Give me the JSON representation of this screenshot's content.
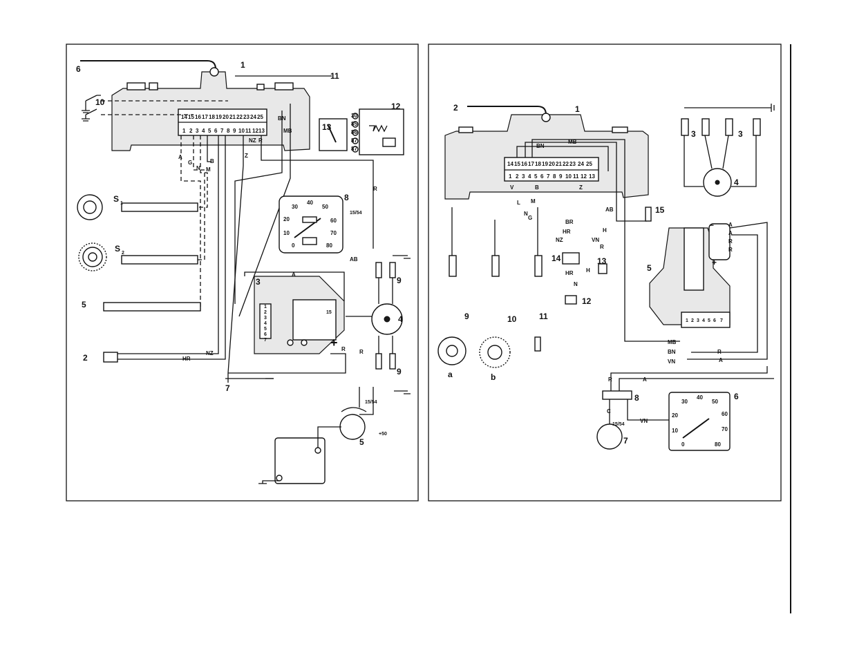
{
  "left": {
    "callouts": [
      "1",
      "2",
      "3",
      "4",
      "5",
      "5",
      "6",
      "7",
      "8",
      "9",
      "9",
      "10",
      "11",
      "12",
      "13"
    ],
    "sensor_labels": [
      "S",
      "1",
      "S",
      "2"
    ],
    "pins_top": [
      "14",
      "15",
      "16",
      "17",
      "18",
      "19",
      "20",
      "21",
      "22",
      "23",
      "24",
      "25"
    ],
    "pins_bottom": [
      "1",
      "2",
      "3",
      "4",
      "5",
      "6",
      "7",
      "8",
      "9",
      "10",
      "11",
      "12",
      "13"
    ],
    "wires": [
      "A",
      "G",
      "N",
      "M",
      "B",
      "Z",
      "NZ",
      "R",
      "BN",
      "MB",
      "AB",
      "A",
      "R",
      "R",
      "NZ",
      "HR",
      "R"
    ],
    "relay_pins": [
      "30",
      "85",
      "86",
      "87",
      "87"
    ],
    "module_pins": [
      "1",
      "2",
      "3",
      "4",
      "5",
      "6",
      "7",
      "15"
    ],
    "module_plus": "+",
    "gauge": {
      "ticks": [
        "0",
        "10",
        "20",
        "30",
        "40",
        "50",
        "60",
        "70",
        "80"
      ],
      "tag": "15/54"
    },
    "switch": {
      "tag": "15/54",
      "plus50": "+50"
    }
  },
  "right": {
    "callouts": [
      "1",
      "2",
      "3",
      "3",
      "4",
      "5",
      "6",
      "7",
      "8",
      "9",
      "10",
      "11",
      "12",
      "13",
      "14",
      "15"
    ],
    "sensor_letters": [
      "a",
      "b"
    ],
    "pins_top": [
      "14",
      "15",
      "16",
      "17",
      "18",
      "19",
      "20",
      "21",
      "22",
      "23",
      "24",
      "25"
    ],
    "pins_bottom": [
      "1",
      "2",
      "3",
      "4",
      "5",
      "6",
      "7",
      "8",
      "9",
      "10",
      "11",
      "12",
      "13"
    ],
    "wires": [
      "BN",
      "MB",
      "V",
      "L",
      "B",
      "Z",
      "N",
      "G",
      "M",
      "AB",
      "BR",
      "H",
      "HR",
      "NZ",
      "VN",
      "R",
      "H",
      "HR",
      "N",
      "MB",
      "BN",
      "VN",
      "R",
      "A",
      "R",
      "A",
      "VN",
      "C"
    ],
    "coil_wires": [
      "A",
      "A",
      "R",
      "R"
    ],
    "coil_signs": [
      "−",
      "+"
    ],
    "connector_pins": [
      "1",
      "2",
      "3",
      "4",
      "5",
      "6",
      "7"
    ],
    "gauge": {
      "ticks": [
        "0",
        "10",
        "20",
        "30",
        "40",
        "50",
        "60",
        "70",
        "80"
      ]
    },
    "tag_1554": "15/54"
  }
}
